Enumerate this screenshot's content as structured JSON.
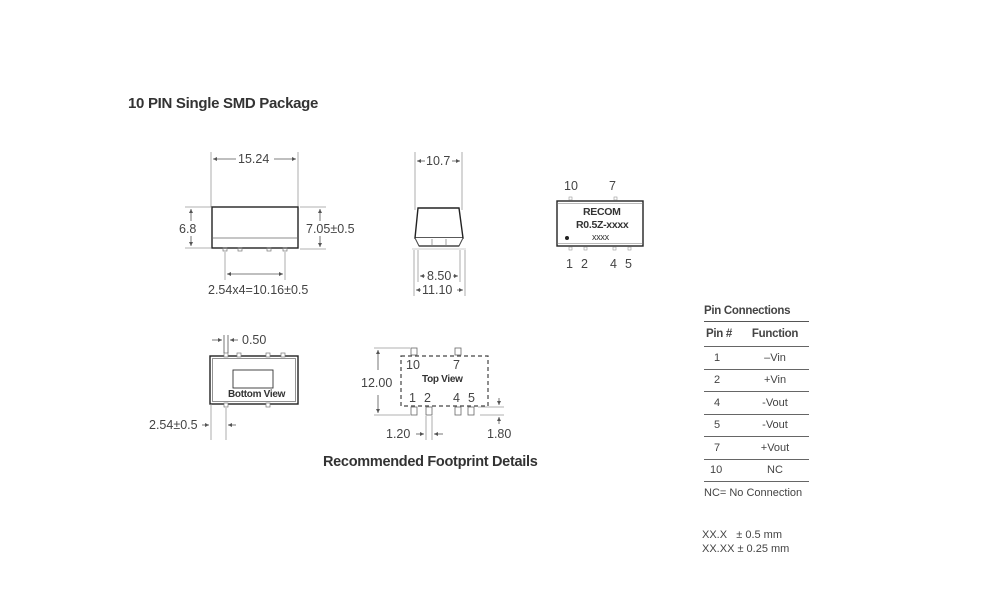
{
  "page": {
    "title": "10 PIN Single SMD Package",
    "footprint_title": "Recommended Footprint Details"
  },
  "side_view": {
    "width_label": "15.24",
    "height_label": "6.8",
    "total_height_label": "7.05±0.5",
    "pitch_label": "2.54x4=10.16±0.5"
  },
  "end_view": {
    "width_label": "10.7",
    "inner_label": "8.50",
    "outer_label": "11.10"
  },
  "top_marking": {
    "pins_top": [
      "10",
      "7"
    ],
    "pins_bottom": [
      "1",
      "2",
      "4",
      "5"
    ],
    "brand": "RECOM",
    "model": "R0.5Z-xxxx",
    "code": "xxxx"
  },
  "bottom_view": {
    "pad_width_label": "0.50",
    "label": "Bottom View",
    "pitch_label": "2.54±0.5"
  },
  "footprint": {
    "height_label": "12.00",
    "pins_top": [
      "10",
      "7"
    ],
    "pins_bottom": [
      "1",
      "2",
      "4",
      "5"
    ],
    "view_label": "Top View",
    "pad_width_label": "1.20",
    "pad_length_label": "1.80"
  },
  "pin_connections": {
    "title": "Pin Connections",
    "headers": [
      "Pin #",
      "Function"
    ],
    "rows": [
      [
        "1",
        "–Vin"
      ],
      [
        "2",
        "+Vin"
      ],
      [
        "4",
        "-Vout"
      ],
      [
        "5",
        "-Vout"
      ],
      [
        "7",
        "+Vout"
      ],
      [
        "10",
        "NC"
      ]
    ],
    "note": "NC= No Connection"
  },
  "tolerances": [
    "XX.X   ± 0.5 mm",
    "XX.XX ± 0.25 mm"
  ]
}
